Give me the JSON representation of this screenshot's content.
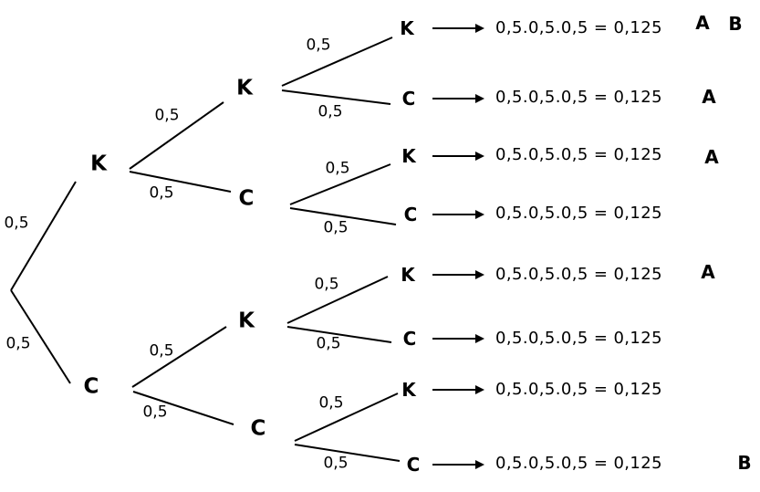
{
  "figure": {
    "type": "probability-tree",
    "background_color": "#ffffff",
    "ink_color": "#000000",
    "levels": 3
  },
  "tree": {
    "level1": [
      {
        "id": "K",
        "label": "K",
        "prob": "0,5"
      },
      {
        "id": "C",
        "label": "C",
        "prob": "0,5"
      }
    ],
    "level2": [
      {
        "id": "KK",
        "label": "K",
        "prob": "0,5"
      },
      {
        "id": "KC",
        "label": "C",
        "prob": "0,5"
      },
      {
        "id": "CK",
        "label": "K",
        "prob": "0,5"
      },
      {
        "id": "CC",
        "label": "C",
        "prob": "0,5"
      }
    ],
    "leaves": [
      {
        "id": "KKK",
        "label": "K",
        "prob": "0,5",
        "result": "0,5.0,5.0,5 = 0,125",
        "events": [
          "A",
          "B"
        ]
      },
      {
        "id": "KKC",
        "label": "C",
        "prob": "0,5",
        "result": "0,5.0,5.0,5 = 0,125",
        "events": [
          "A"
        ]
      },
      {
        "id": "KCK",
        "label": "K",
        "prob": "0,5",
        "result": "0,5.0,5.0,5 = 0,125",
        "events": [
          "A"
        ]
      },
      {
        "id": "KCC",
        "label": "C",
        "prob": "0,5",
        "result": "0,5.0,5.0,5 = 0,125",
        "events": []
      },
      {
        "id": "CKK",
        "label": "K",
        "prob": "0,5",
        "result": "0,5.0,5.0,5 = 0,125",
        "events": [
          "A"
        ]
      },
      {
        "id": "CKC",
        "label": "C",
        "prob": "0,5",
        "result": "0,5.0,5.0,5 = 0,125",
        "events": []
      },
      {
        "id": "CCK",
        "label": "K",
        "prob": "0,5",
        "result": "0,5.0,5.0,5 = 0,125",
        "events": []
      },
      {
        "id": "CCC",
        "label": "C",
        "prob": "0,5",
        "result": "0,5.0,5.0,5 = 0,125",
        "events": [
          "B"
        ]
      }
    ]
  }
}
